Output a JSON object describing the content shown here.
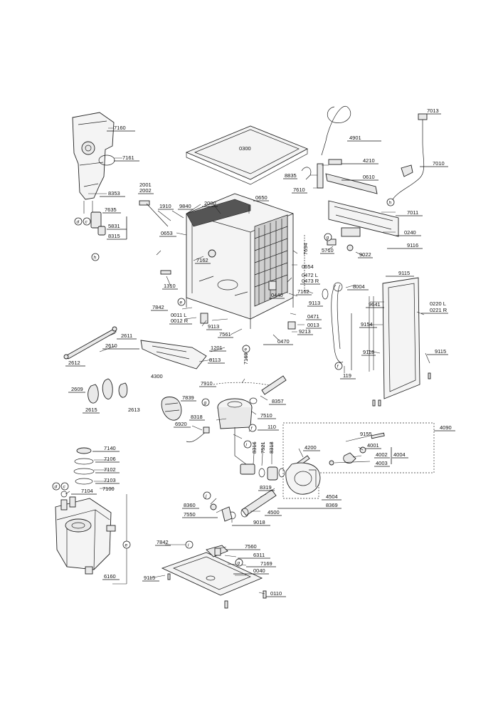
{
  "diagram": {
    "labels": [
      "7013",
      "7160",
      "4901",
      "7010",
      "0300",
      "7161",
      "4210",
      "8835",
      "0610",
      "7610",
      "8353",
      "2001",
      "2002",
      "0650",
      "7011",
      "7635",
      "1910",
      "9840",
      "2000",
      "5831",
      "8315",
      "0240",
      "0653",
      "5710",
      "9022",
      "9116",
      "7694",
      "0654",
      "7162",
      "0472 L",
      "0473 R",
      "9115",
      "1310",
      "8004",
      "0440",
      "7162",
      "9641",
      "0220 L",
      "0221 R",
      "7842",
      "9113",
      "0011 L",
      "0012 R",
      "0471",
      "9113",
      "0013",
      "9154",
      "9213",
      "7561",
      "0470",
      "2611",
      "2610",
      "1201",
      "8113",
      "7169",
      "9118",
      "9115",
      "2612",
      "119",
      "4300",
      "7910",
      "2609",
      "8357",
      "2613",
      "2615",
      "7839",
      "8318",
      "7510",
      "110",
      "6920",
      "4090",
      "9155",
      "4001",
      "4200",
      "4002",
      "4004",
      "4003",
      "7140",
      "7106",
      "7102",
      "7103",
      "8319",
      "7104",
      "7100",
      "4504",
      "8369",
      "8360",
      "4500",
      "7550",
      "9018",
      "7842",
      "7560",
      "6311",
      "7169",
      "6160",
      "0040",
      "9115",
      "0110",
      "8316",
      "7521",
      "8318"
    ],
    "markers": [
      "d",
      "c",
      "h",
      "h",
      "e",
      "g",
      "e",
      "f",
      "f",
      "i",
      "j",
      "d",
      "e",
      "c",
      "i",
      "g",
      "g"
    ]
  }
}
